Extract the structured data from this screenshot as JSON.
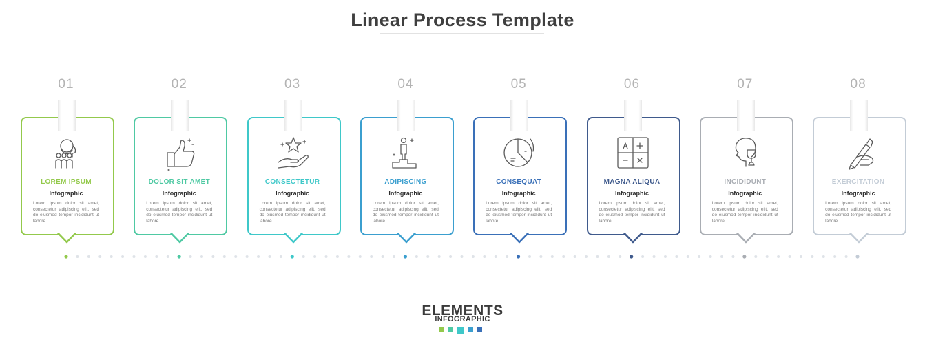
{
  "title": "Linear Process Template",
  "steps": [
    {
      "number": "01",
      "title": "LOREM IPSUM",
      "subtitle": "Infographic",
      "desc": "Lorem ipsum dolor sit amet, consectetur adipiscing elit, sed do eiusmod tempor incididunt ut labore.",
      "color": "#93c94c",
      "icon": "group-people-icon"
    },
    {
      "number": "02",
      "title": "DOLOR SIT AMET",
      "subtitle": "Infographic",
      "desc": "Lorem ipsum dolor sit amet, consectetur adipiscing elit, sed do eiusmod tempor incididunt ut labore.",
      "color": "#4fc9a3",
      "icon": "thumbs-up-icon"
    },
    {
      "number": "03",
      "title": "CONSECTETUR",
      "subtitle": "Infographic",
      "desc": "Lorem ipsum dolor sit amet, consectetur adipiscing elit, sed do eiusmod tempor incididunt ut labore.",
      "color": "#3fc8c9",
      "icon": "star-hand-icon"
    },
    {
      "number": "04",
      "title": "ADIPISCING",
      "subtitle": "Infographic",
      "desc": "Lorem ipsum dolor sit amet, consectetur adipiscing elit, sed do eiusmod tempor incididunt ut labore.",
      "color": "#3b9fcf",
      "icon": "podium-icon"
    },
    {
      "number": "05",
      "title": "CONSEQUAT",
      "subtitle": "Infographic",
      "desc": "Lorem ipsum dolor sit amet, consectetur adipiscing elit, sed do eiusmod tempor incididunt ut labore.",
      "color": "#3a70b8",
      "icon": "pie-chart-icon"
    },
    {
      "number": "06",
      "title": "MAGNA ALIQUA",
      "subtitle": "Infographic",
      "desc": "Lorem ipsum dolor sit amet, consectetur adipiscing elit, sed do eiusmod tempor incididunt ut labore.",
      "color": "#3f5a8c",
      "icon": "puzzle-icon"
    },
    {
      "number": "07",
      "title": "INCIDIDUNT",
      "subtitle": "Infographic",
      "desc": "Lorem ipsum dolor sit amet, consectetur adipiscing elit, sed do eiusmod tempor incididunt ut labore.",
      "color": "#a9adb3",
      "icon": "head-trophy-icon"
    },
    {
      "number": "08",
      "title": "EXERCITATION",
      "subtitle": "Infographic",
      "desc": "Lorem ipsum dolor sit amet, consectetur adipiscing elit, sed do eiusmod tempor incididunt ut labore.",
      "color": "#c3ccd6",
      "icon": "hand-pen-icon"
    }
  ],
  "brand": {
    "line1": "ELEMENTS",
    "line2": "INFOGRAPHIC",
    "square_colors": [
      "#93c94c",
      "#4fc9a3",
      "#3fc8c9",
      "#3b9fcf",
      "#3a70b8"
    ]
  },
  "dot_color": "#dfe3e8"
}
